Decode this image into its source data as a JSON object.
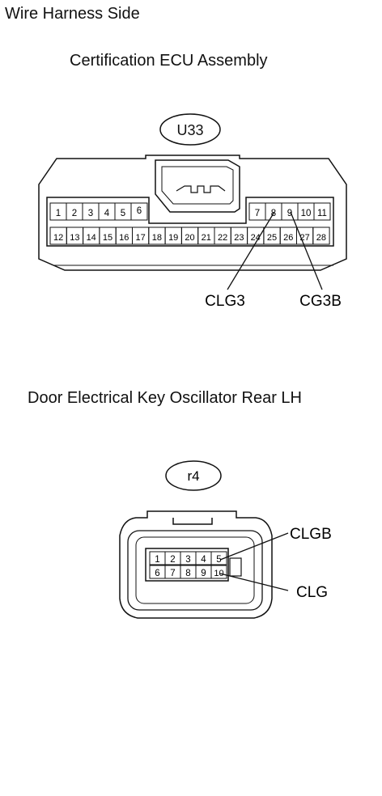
{
  "header": {
    "title": "Wire Harness Side"
  },
  "connector_u33": {
    "assembly_name": "Certification ECU Assembly",
    "code": "U33",
    "row1_left": [
      "1",
      "2",
      "3",
      "4",
      "5",
      "6"
    ],
    "row1_right": [
      "7",
      "8",
      "9",
      "10",
      "11"
    ],
    "row2": [
      "12",
      "13",
      "14",
      "15",
      "16",
      "17",
      "18",
      "19",
      "20",
      "21",
      "22",
      "23",
      "24",
      "25",
      "26",
      "27",
      "28"
    ],
    "callouts": [
      "CLG3",
      "CG3B"
    ]
  },
  "connector_r4": {
    "assembly_name": "Door Electrical Key Oscillator Rear LH",
    "code": "r4",
    "row1": [
      "1",
      "2",
      "3",
      "4",
      "5"
    ],
    "row2": [
      "6",
      "7",
      "8",
      "9",
      "10"
    ],
    "callouts": [
      "CLGB",
      "CLG"
    ]
  }
}
